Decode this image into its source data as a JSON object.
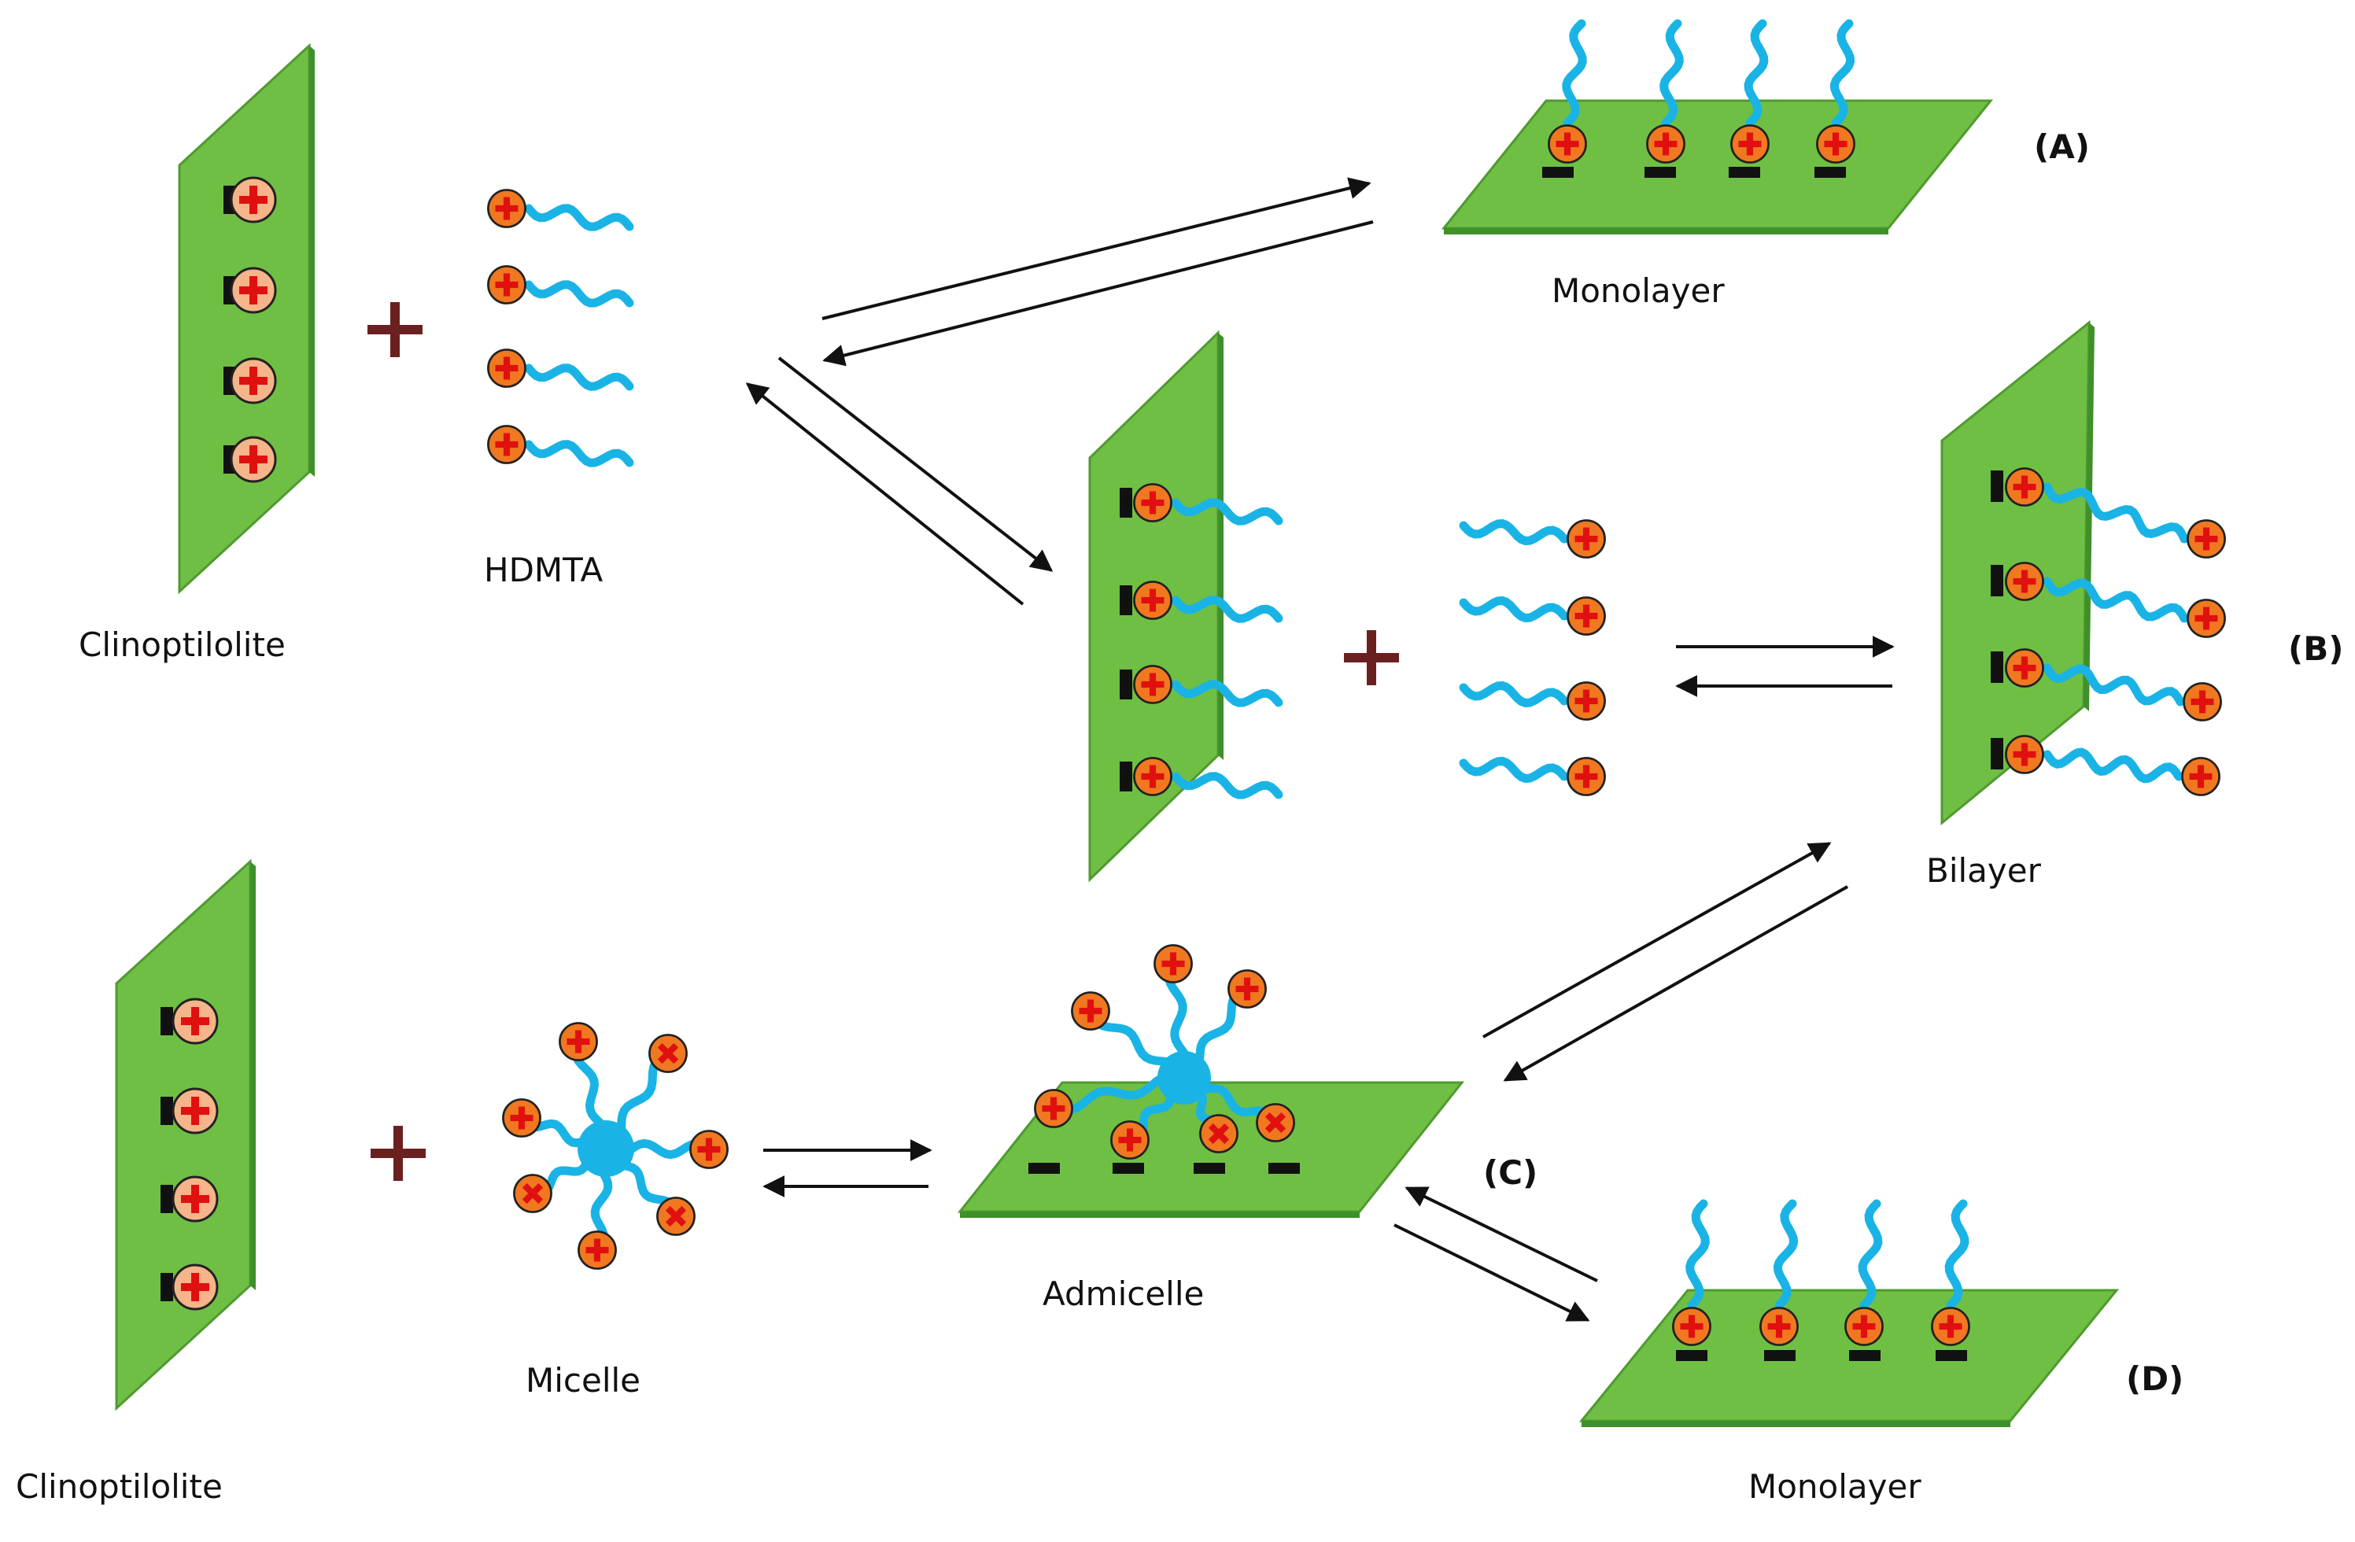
{
  "labels": {
    "clinoptilolite_top": "Clinoptilolite",
    "hdmta": "HDMTA",
    "monolayer_top": "Monolayer",
    "tag_a": "(A)",
    "tag_b": "(B)",
    "bilayer": "Bilayer",
    "clinoptilolite_bottom": "Clinoptilolite",
    "micelle": "Micelle",
    "admicelle": "Admicelle",
    "tag_c": "(C)",
    "tag_d": "(D)",
    "monolayer_bottom": "Monolayer"
  },
  "colors": {
    "surface_green": "#6fbf44",
    "surface_dark": "#3f8f2a",
    "tail_blue": "#1ab3e6",
    "head_orange": "#f07820",
    "plus_red": "#e01010",
    "operator": "#6b2020",
    "arrow": "#111111"
  }
}
